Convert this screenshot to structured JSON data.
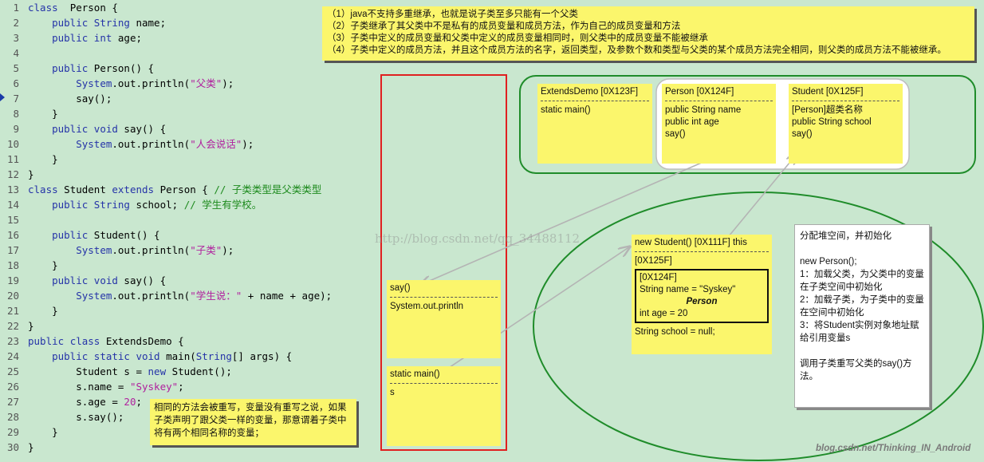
{
  "code_lines": [
    {
      "n": "1",
      "parts": [
        [
          "kw",
          "class"
        ],
        [
          "",
          "  Person {"
        ]
      ]
    },
    {
      "n": "2",
      "parts": [
        [
          "",
          "    "
        ],
        [
          "kw",
          "public"
        ],
        [
          "",
          " "
        ],
        [
          "kw",
          "String"
        ],
        [
          "",
          " name;"
        ]
      ]
    },
    {
      "n": "3",
      "parts": [
        [
          "",
          "    "
        ],
        [
          "kw",
          "public"
        ],
        [
          "",
          " "
        ],
        [
          "kw",
          "int"
        ],
        [
          "",
          " age;"
        ]
      ]
    },
    {
      "n": "4",
      "parts": []
    },
    {
      "n": "5",
      "parts": [
        [
          "",
          "    "
        ],
        [
          "kw",
          "public"
        ],
        [
          "",
          " Person() {"
        ]
      ]
    },
    {
      "n": "6",
      "parts": [
        [
          "",
          "        "
        ],
        [
          "kw",
          "System"
        ],
        [
          "",
          ".out.println("
        ],
        [
          "str",
          "\"父类\""
        ],
        [
          "",
          ");"
        ]
      ]
    },
    {
      "n": "7",
      "parts": [
        [
          "",
          "        say();"
        ]
      ]
    },
    {
      "n": "8",
      "parts": [
        [
          "",
          "    }"
        ]
      ]
    },
    {
      "n": "9",
      "parts": [
        [
          "",
          "    "
        ],
        [
          "kw",
          "public"
        ],
        [
          "",
          " "
        ],
        [
          "kw",
          "void"
        ],
        [
          "",
          " say() {"
        ]
      ]
    },
    {
      "n": "10",
      "parts": [
        [
          "",
          "        "
        ],
        [
          "kw",
          "System"
        ],
        [
          "",
          ".out.println("
        ],
        [
          "str",
          "\"人会说话\""
        ],
        [
          "",
          ");"
        ]
      ]
    },
    {
      "n": "11",
      "parts": [
        [
          "",
          "    }"
        ]
      ]
    },
    {
      "n": "12",
      "parts": [
        [
          "",
          "}"
        ]
      ]
    },
    {
      "n": "13",
      "parts": [
        [
          "kw",
          "class"
        ],
        [
          "",
          " Student "
        ],
        [
          "kw",
          "extends"
        ],
        [
          "",
          " Person { "
        ],
        [
          "cm",
          "// 子类类型是父类类型"
        ]
      ]
    },
    {
      "n": "14",
      "parts": [
        [
          "",
          "    "
        ],
        [
          "kw",
          "public"
        ],
        [
          "",
          " "
        ],
        [
          "kw",
          "String"
        ],
        [
          "",
          " school; "
        ],
        [
          "cm",
          "// 学生有学校。"
        ]
      ]
    },
    {
      "n": "15",
      "parts": []
    },
    {
      "n": "16",
      "parts": [
        [
          "",
          "    "
        ],
        [
          "kw",
          "public"
        ],
        [
          "",
          " Student() {"
        ]
      ]
    },
    {
      "n": "17",
      "parts": [
        [
          "",
          "        "
        ],
        [
          "kw",
          "System"
        ],
        [
          "",
          ".out.println("
        ],
        [
          "str",
          "\"子类\""
        ],
        [
          "",
          ");"
        ]
      ]
    },
    {
      "n": "18",
      "parts": [
        [
          "",
          "    }"
        ]
      ]
    },
    {
      "n": "19",
      "parts": [
        [
          "",
          "    "
        ],
        [
          "kw",
          "public"
        ],
        [
          "",
          " "
        ],
        [
          "kw",
          "void"
        ],
        [
          "",
          " say() {"
        ]
      ]
    },
    {
      "n": "20",
      "parts": [
        [
          "",
          "        "
        ],
        [
          "kw",
          "System"
        ],
        [
          "",
          ".out.println("
        ],
        [
          "str",
          "\"学生说：\""
        ],
        [
          "",
          " + name + age);"
        ]
      ]
    },
    {
      "n": "21",
      "parts": [
        [
          "",
          "    }"
        ]
      ]
    },
    {
      "n": "22",
      "parts": [
        [
          "",
          "}"
        ]
      ]
    },
    {
      "n": "23",
      "parts": [
        [
          "kw",
          "public"
        ],
        [
          "",
          " "
        ],
        [
          "kw",
          "class"
        ],
        [
          "",
          " ExtendsDemo {"
        ]
      ]
    },
    {
      "n": "24",
      "parts": [
        [
          "",
          "    "
        ],
        [
          "kw",
          "public"
        ],
        [
          "",
          " "
        ],
        [
          "kw",
          "static"
        ],
        [
          "",
          " "
        ],
        [
          "kw",
          "void"
        ],
        [
          "",
          " main("
        ],
        [
          "kw",
          "String"
        ],
        [
          "",
          "[] args) {"
        ]
      ]
    },
    {
      "n": "25",
      "parts": [
        [
          "",
          "        Student s = "
        ],
        [
          "kw",
          "new"
        ],
        [
          "",
          " Student();"
        ]
      ]
    },
    {
      "n": "26",
      "parts": [
        [
          "",
          "        s.name = "
        ],
        [
          "str",
          "\"Syskey\""
        ],
        [
          "",
          ";"
        ]
      ]
    },
    {
      "n": "27",
      "parts": [
        [
          "",
          "        s.age = "
        ],
        [
          "str",
          "20"
        ],
        [
          "",
          ";"
        ]
      ]
    },
    {
      "n": "28",
      "parts": [
        [
          "",
          "        s.say();"
        ]
      ]
    },
    {
      "n": "29",
      "parts": [
        [
          "",
          "    }"
        ]
      ]
    },
    {
      "n": "30",
      "parts": [
        [
          "",
          "}"
        ]
      ]
    }
  ],
  "top_note": {
    "lines": [
      "（1）java不支持多重继承，也就是说子类至多只能有一个父类",
      "（2）子类继承了其父类中不是私有的成员变量和成员方法，作为自己的成员变量和方法",
      "（3）子类中定义的成员变量和父类中定义的成员变量相同时，则父类中的成员变量不能被继承",
      "（4）子类中定义的成员方法，并且这个成员方法的名字，返回类型，及参数个数和类型与父类的某个成员方法完全相同，则父类的成员方法不能被继承。"
    ]
  },
  "method_area": {
    "extends_demo": {
      "title": "ExtendsDemo [0X123F]",
      "lines": [
        "static main()"
      ]
    },
    "person": {
      "title": "Person [0X124F]",
      "lines": [
        "public String name",
        "public int age",
        "say()"
      ]
    },
    "student": {
      "title": "Student [0X125F]",
      "lines": [
        "[Person]超类名称",
        "public String school",
        "say()"
      ]
    }
  },
  "stack": {
    "say_frame": {
      "title": "say()",
      "lines": [
        "System.out.println"
      ]
    },
    "main_frame": {
      "title": "static main()",
      "lines": [
        "s"
      ]
    }
  },
  "heap": {
    "object_title": "new Student() [0X111F] this",
    "class_ref": "[0X125F]",
    "inner": {
      "ref": "[0X124F]",
      "name_line": "String name = \"Syskey\"",
      "label": "Person",
      "age_line": "int age = 20"
    },
    "school_line": "String school = null;"
  },
  "heap_note": {
    "lines": [
      "分配堆空间，并初始化",
      "",
      "new Person();",
      "1：加载父类，为父类中的变量在子类空间中初始化",
      "2：加载子类，为子类中的变量在空间中初始化",
      "3：将Student实例对象地址赋给引用变量s",
      "",
      "调用子类重写父类的say()方法。"
    ]
  },
  "bottom_note": {
    "text": "相同的方法会被重写，变量没有重写之说，如果子类声明了跟父类一样的变量，那意谓着子类中将有两个相同名称的变量；"
  },
  "watermarks": {
    "center": "http://blog.csdn.net/qq_34488112",
    "bottom_right": "blog.csdn.net/Thinking_IN_Android"
  },
  "colors": {
    "background": "#c9e7cf",
    "note_yellow": "#fbf66c",
    "stack_border": "#e02020",
    "heap_border": "#1f8c2a",
    "keyword": "#2533a8",
    "string": "#b0209e",
    "comment": "#1d8a1d"
  }
}
